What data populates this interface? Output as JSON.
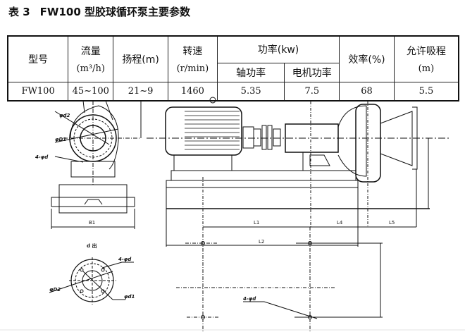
{
  "title": {
    "number": "表 3",
    "text": "FW100 型胶球循环泵主要参数"
  },
  "table": {
    "headers": {
      "model": "型号",
      "flow": "流量",
      "flow_unit": "(m³/h)",
      "head": "扬程(m)",
      "speed": "转速",
      "speed_unit": "(r/min)",
      "power": "功率(kw)",
      "shaft_power": "轴功率",
      "motor_power": "电机功率",
      "efficiency": "效率(%)",
      "suction": "允许吸程",
      "suction_unit": "(m)"
    },
    "rows": [
      {
        "model": "FW100",
        "flow": "45~100",
        "head": "21~9",
        "speed": "1460",
        "shaft_power": "5.35",
        "motor_power": "7.5",
        "efficiency": "68",
        "suction": "5.5"
      }
    ]
  },
  "drawing": {
    "labels": {
      "d2": "φd2",
      "D1": "φD1",
      "holes": "4-φd",
      "B1": "B1",
      "L1": "L1",
      "L4": "L4",
      "L5": "L5",
      "L2": "L2",
      "outlet": "d 出",
      "holes2": "4-φd",
      "D2": "φD2",
      "d1": "φd1",
      "holes3": "4-φd"
    }
  }
}
